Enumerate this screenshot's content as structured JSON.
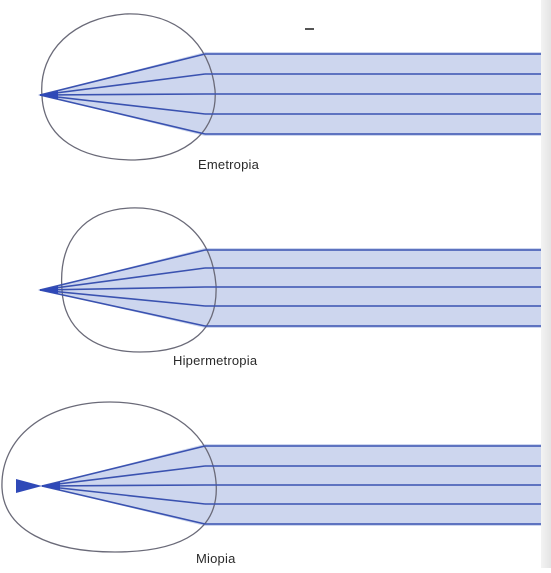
{
  "diagrams": [
    {
      "label": "Emetropia"
    },
    {
      "label": "Hipermetropia"
    },
    {
      "label": "Miopia"
    }
  ],
  "colors": {
    "beam_fill": "#cdd6ee",
    "beam_edge": "#4a60b8",
    "ray": "#3a52b0",
    "eye_outline": "#6a6a78",
    "focus": "#2f49b8"
  },
  "icons": [
    "eye-outline-icon",
    "light-beam-icon",
    "focal-point-icon"
  ]
}
